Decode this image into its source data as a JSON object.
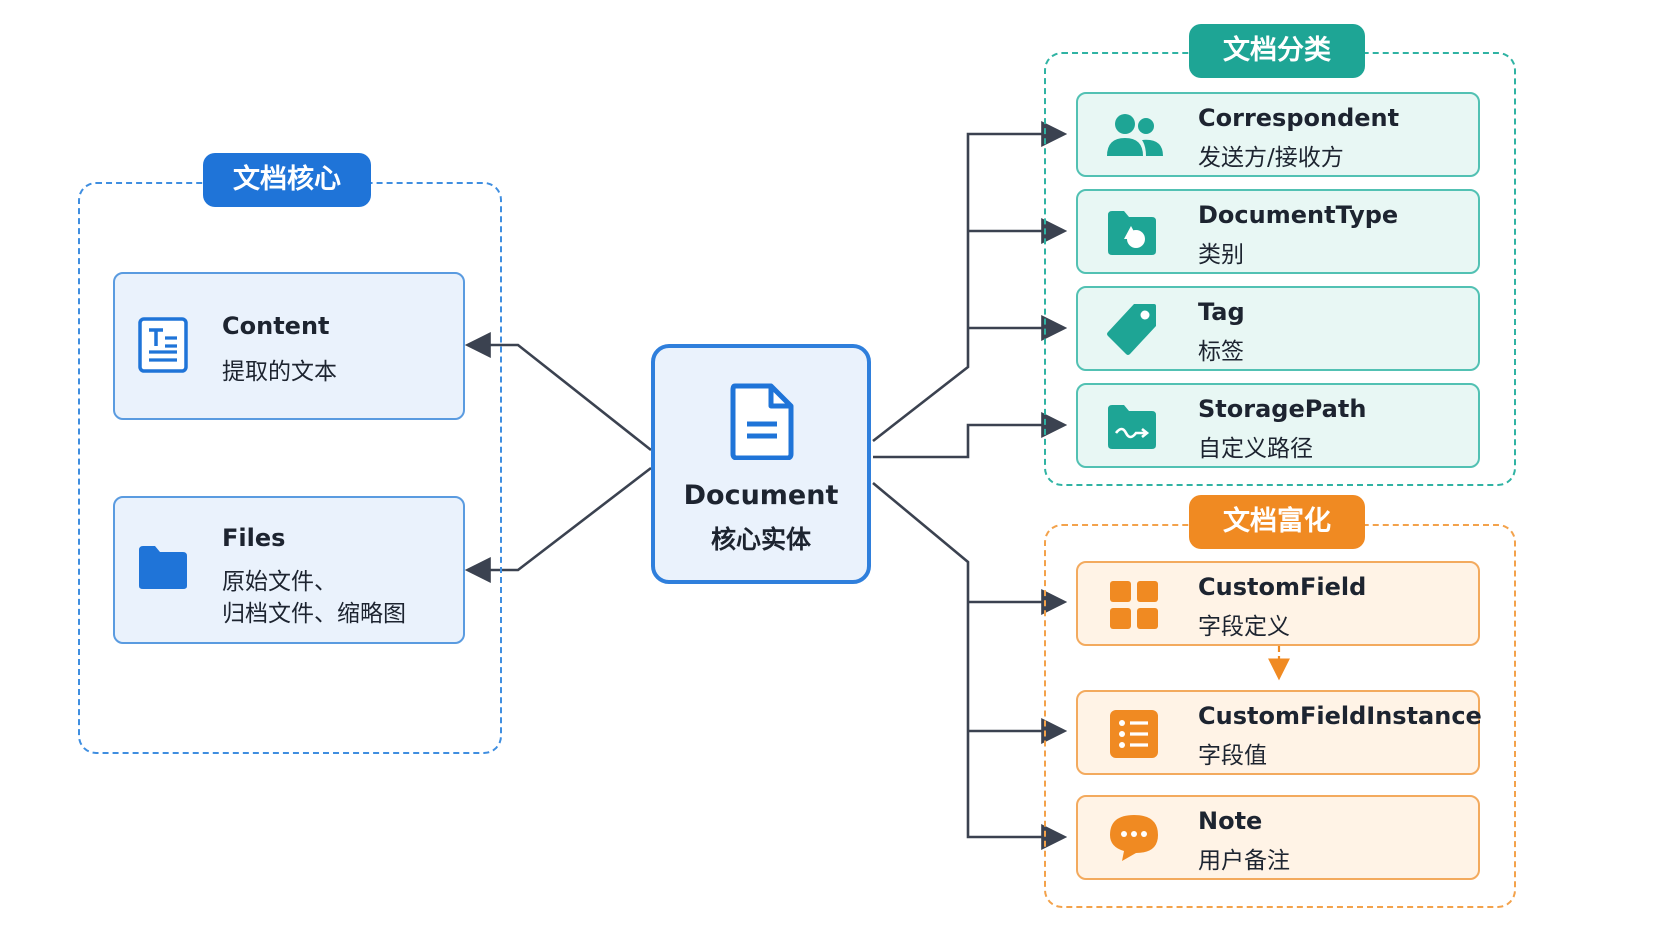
{
  "center": {
    "title": "Document",
    "subtitle": "核心实体",
    "icon": "document-icon"
  },
  "groups": {
    "core": {
      "label": "文档核心",
      "color": "#1f74d8"
    },
    "classification": {
      "label": "文档分类",
      "color": "#1ea595"
    },
    "enrichment": {
      "label": "文档富化",
      "color": "#f08a22"
    }
  },
  "core_items": [
    {
      "title": "Content",
      "desc": "提取的文本",
      "icon": "text-document-icon"
    },
    {
      "title": "Files",
      "desc1": "原始文件、",
      "desc2": "归档文件、缩略图",
      "icon": "folder-icon"
    }
  ],
  "classification_items": [
    {
      "title": "Correspondent",
      "desc": "发送方/接收方",
      "icon": "people-icon"
    },
    {
      "title": "DocumentType",
      "desc": "类别",
      "icon": "folder-shapes-icon"
    },
    {
      "title": "Tag",
      "desc": "标签",
      "icon": "tag-icon"
    },
    {
      "title": "StoragePath",
      "desc": "自定义路径",
      "icon": "path-folder-icon"
    }
  ],
  "enrichment_items": [
    {
      "title": "CustomField",
      "desc": "字段定义",
      "icon": "grid-icon"
    },
    {
      "title": "CustomFieldInstance",
      "desc": "字段值",
      "icon": "list-icon"
    },
    {
      "title": "Note",
      "desc": "用户备注",
      "icon": "chat-bubble-icon"
    }
  ],
  "colors": {
    "arrow": "#3b4250",
    "core_accent": "#1f74d8",
    "classification_accent": "#1ea595",
    "enrichment_accent": "#f08a22"
  }
}
